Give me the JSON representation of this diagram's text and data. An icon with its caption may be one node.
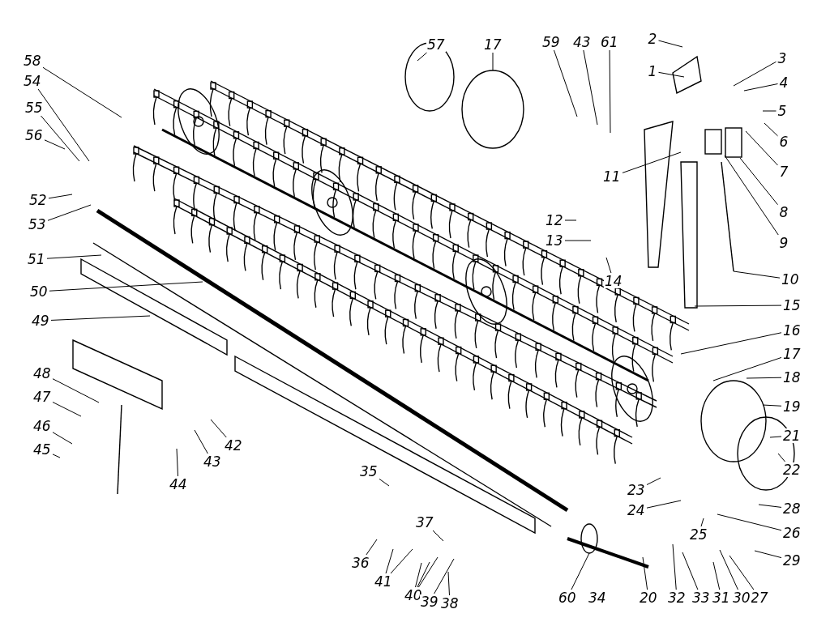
{
  "diagram": {
    "nodes": [
      {
        "text": [
          "58"
        ]
      },
      {
        "text": [
          "54"
        ]
      },
      {
        "text": [
          "55"
        ]
      },
      {
        "text": [
          "56"
        ]
      },
      {
        "text": [
          "52"
        ]
      },
      {
        "text": [
          "53"
        ]
      },
      {
        "text": [
          "51"
        ]
      },
      {
        "text": [
          "50"
        ]
      },
      {
        "text": [
          "49"
        ]
      },
      {
        "text": [
          "48"
        ]
      },
      {
        "text": [
          "47"
        ]
      },
      {
        "text": [
          "46"
        ]
      },
      {
        "text": [
          "45"
        ]
      },
      {
        "text": [
          "44"
        ]
      },
      {
        "text": [
          "43"
        ]
      },
      {
        "text": [
          "42"
        ]
      },
      {
        "text": [
          "57"
        ]
      },
      {
        "text": [
          "17"
        ]
      },
      {
        "text": [
          "59"
        ]
      },
      {
        "text": [
          "43"
        ]
      },
      {
        "text": [
          "61"
        ]
      },
      {
        "text": [
          "2"
        ]
      },
      {
        "text": [
          "1"
        ]
      },
      {
        "text": [
          "3"
        ]
      },
      {
        "text": [
          "4"
        ]
      },
      {
        "text": [
          "5"
        ]
      },
      {
        "text": [
          "6"
        ]
      },
      {
        "text": [
          "7"
        ]
      },
      {
        "text": [
          "8"
        ]
      },
      {
        "text": [
          "9"
        ]
      },
      {
        "text": [
          "10"
        ]
      },
      {
        "text": [
          "11"
        ]
      },
      {
        "text": [
          "12"
        ]
      },
      {
        "text": [
          "13"
        ]
      },
      {
        "text": [
          "14"
        ]
      },
      {
        "text": [
          "15"
        ]
      },
      {
        "text": [
          "16"
        ]
      },
      {
        "text": [
          "17"
        ]
      },
      {
        "text": [
          "18"
        ]
      },
      {
        "text": [
          "19"
        ]
      },
      {
        "text": [
          "21"
        ]
      },
      {
        "text": [
          "22"
        ]
      },
      {
        "text": [
          "28"
        ]
      },
      {
        "text": [
          "26"
        ]
      },
      {
        "text": [
          "29"
        ]
      },
      {
        "text": [
          "27"
        ]
      },
      {
        "text": [
          "30"
        ]
      },
      {
        "text": [
          "31"
        ]
      },
      {
        "text": [
          "33"
        ]
      },
      {
        "text": [
          "32"
        ]
      },
      {
        "text": [
          "20"
        ]
      },
      {
        "text": [
          "60"
        ]
      },
      {
        "text": [
          "25"
        ]
      },
      {
        "text": [
          "24"
        ]
      },
      {
        "text": [
          "23"
        ]
      },
      {
        "text": [
          "35"
        ]
      },
      {
        "text": [
          "36"
        ]
      },
      {
        "text": [
          "41"
        ]
      },
      {
        "text": [
          "40"
        ]
      },
      {
        "text": [
          "37"
        ]
      },
      {
        "text": [
          "39"
        ]
      },
      {
        "text": [
          "38"
        ]
      },
      {
        "text": [
          "34"
        ]
      }
    ],
    "edges": [
      {
        "from": 0,
        "to": null,
        "arrow": "none"
      },
      {
        "from": 1,
        "to": null,
        "arrow": "none"
      },
      {
        "from": 2,
        "to": null,
        "arrow": "none"
      },
      {
        "from": 3,
        "to": null,
        "arrow": "none"
      },
      {
        "from": 4,
        "to": null,
        "arrow": "none"
      },
      {
        "from": 5,
        "to": null,
        "arrow": "none"
      },
      {
        "from": 6,
        "to": null,
        "arrow": "none"
      },
      {
        "from": 7,
        "to": null,
        "arrow": "none"
      },
      {
        "from": 8,
        "to": null,
        "arrow": "none"
      },
      {
        "from": 9,
        "to": null,
        "arrow": "none"
      },
      {
        "from": 10,
        "to": null,
        "arrow": "none"
      },
      {
        "from": 11,
        "to": null,
        "arrow": "none"
      },
      {
        "from": 12,
        "to": null,
        "arrow": "none"
      },
      {
        "from": 13,
        "to": null,
        "arrow": "none"
      },
      {
        "from": 14,
        "to": null,
        "arrow": "none"
      },
      {
        "from": 15,
        "to": null,
        "arrow": "none"
      },
      {
        "from": 16,
        "to": null,
        "arrow": "none"
      },
      {
        "from": 17,
        "to": null,
        "arrow": "none"
      },
      {
        "from": 18,
        "to": null,
        "arrow": "none"
      },
      {
        "from": 19,
        "to": null,
        "arrow": "none"
      },
      {
        "from": 20,
        "to": null,
        "arrow": "none"
      },
      {
        "from": 21,
        "to": null,
        "arrow": "none"
      },
      {
        "from": 22,
        "to": null,
        "arrow": "none"
      },
      {
        "from": 23,
        "to": null,
        "arrow": "none"
      },
      {
        "from": 24,
        "to": null,
        "arrow": "none"
      },
      {
        "from": 25,
        "to": null,
        "arrow": "none"
      },
      {
        "from": 26,
        "to": null,
        "arrow": "none"
      },
      {
        "from": 27,
        "to": null,
        "arrow": "none"
      },
      {
        "from": 28,
        "to": null,
        "arrow": "none"
      },
      {
        "from": 29,
        "to": null,
        "arrow": "none"
      },
      {
        "from": 30,
        "to": null,
        "arrow": "none"
      },
      {
        "from": 31,
        "to": null,
        "arrow": "none"
      },
      {
        "from": 32,
        "to": null,
        "arrow": "none"
      },
      {
        "from": 33,
        "to": null,
        "arrow": "none"
      },
      {
        "from": 34,
        "to": null,
        "arrow": "none"
      },
      {
        "from": 35,
        "to": null,
        "arrow": "none"
      },
      {
        "from": 36,
        "to": null,
        "arrow": "none"
      },
      {
        "from": 37,
        "to": null,
        "arrow": "none"
      },
      {
        "from": 38,
        "to": null,
        "arrow": "none"
      },
      {
        "from": 39,
        "to": null,
        "arrow": "none"
      },
      {
        "from": 40,
        "to": null,
        "arrow": "none"
      },
      {
        "from": 41,
        "to": null,
        "arrow": "none"
      },
      {
        "from": 42,
        "to": null,
        "arrow": "none"
      },
      {
        "from": 43,
        "to": null,
        "arrow": "none"
      },
      {
        "from": 44,
        "to": null,
        "arrow": "none"
      },
      {
        "from": 45,
        "to": null,
        "arrow": "none"
      },
      {
        "from": 46,
        "to": null,
        "arrow": "none"
      },
      {
        "from": 47,
        "to": null,
        "arrow": "none"
      },
      {
        "from": 48,
        "to": null,
        "arrow": "none"
      },
      {
        "from": 49,
        "to": null,
        "arrow": "none"
      },
      {
        "from": 50,
        "to": null,
        "arrow": "none"
      },
      {
        "from": 51,
        "to": null,
        "arrow": "none"
      },
      {
        "from": 52,
        "to": null,
        "arrow": "none"
      },
      {
        "from": 53,
        "to": null,
        "arrow": "none"
      },
      {
        "from": 54,
        "to": null,
        "arrow": "none"
      },
      {
        "from": 55,
        "to": null,
        "arrow": "none"
      },
      {
        "from": 56,
        "to": null,
        "arrow": "none"
      },
      {
        "from": 57,
        "to": null,
        "arrow": "none"
      },
      {
        "from": 57,
        "to": null,
        "arrow": "none"
      },
      {
        "from": 58,
        "to": null,
        "arrow": "none"
      },
      {
        "from": 58,
        "to": null,
        "arrow": "none"
      },
      {
        "from": 58,
        "to": null,
        "arrow": "none"
      },
      {
        "from": 59,
        "to": null,
        "arrow": "none"
      },
      {
        "from": 60,
        "to": null,
        "arrow": "none"
      },
      {
        "from": 61,
        "to": null,
        "arrow": "none"
      }
    ]
  }
}
